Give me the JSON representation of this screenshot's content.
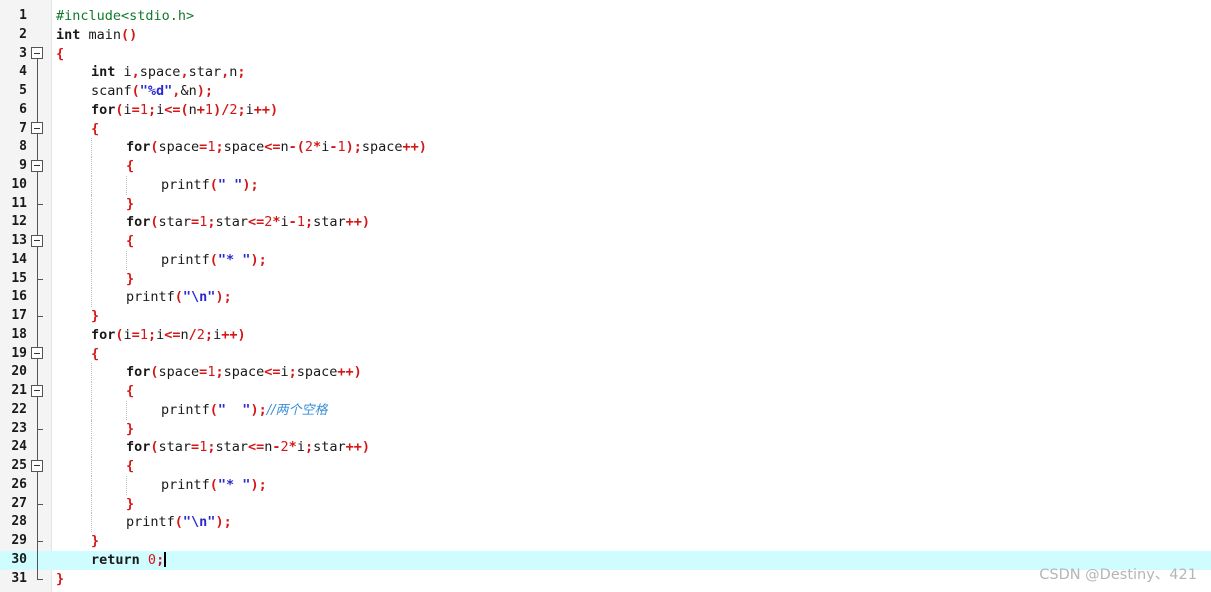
{
  "editor": {
    "lines": [
      {
        "n": "1",
        "indent": 0,
        "fold": "none",
        "tokens": [
          [
            "pre",
            "#include<stdio.h>"
          ]
        ]
      },
      {
        "n": "2",
        "indent": 0,
        "fold": "none",
        "tokens": [
          [
            "kw",
            "int"
          ],
          [
            "id",
            " main"
          ],
          [
            "op",
            "()"
          ]
        ]
      },
      {
        "n": "3",
        "indent": 0,
        "fold": "open",
        "tokens": [
          [
            "op",
            "{"
          ]
        ]
      },
      {
        "n": "4",
        "indent": 1,
        "fold": "line",
        "tokens": [
          [
            "kw",
            "int"
          ],
          [
            "id",
            " i"
          ],
          [
            "op",
            ","
          ],
          [
            "id",
            "space"
          ],
          [
            "op",
            ","
          ],
          [
            "id",
            "star"
          ],
          [
            "op",
            ","
          ],
          [
            "id",
            "n"
          ],
          [
            "op",
            ";"
          ]
        ]
      },
      {
        "n": "5",
        "indent": 1,
        "fold": "line",
        "tokens": [
          [
            "id",
            "scanf"
          ],
          [
            "op",
            "("
          ],
          [
            "str",
            "\"%d\""
          ],
          [
            "op",
            ","
          ],
          [
            "id",
            "&n"
          ],
          [
            "op",
            ");"
          ]
        ]
      },
      {
        "n": "6",
        "indent": 1,
        "fold": "line",
        "tokens": [
          [
            "kw",
            "for"
          ],
          [
            "op",
            "("
          ],
          [
            "id",
            "i"
          ],
          [
            "op",
            "="
          ],
          [
            "num",
            "1"
          ],
          [
            "op",
            ";"
          ],
          [
            "id",
            "i"
          ],
          [
            "op",
            "<="
          ],
          [
            "op",
            "("
          ],
          [
            "id",
            "n"
          ],
          [
            "op",
            "+"
          ],
          [
            "num",
            "1"
          ],
          [
            "op",
            ")"
          ],
          [
            "op",
            "/"
          ],
          [
            "num",
            "2"
          ],
          [
            "op",
            ";"
          ],
          [
            "id",
            "i"
          ],
          [
            "op",
            "++)"
          ]
        ]
      },
      {
        "n": "7",
        "indent": 1,
        "fold": "open",
        "tokens": [
          [
            "op",
            "{"
          ]
        ]
      },
      {
        "n": "8",
        "indent": 2,
        "fold": "line",
        "tokens": [
          [
            "kw",
            "for"
          ],
          [
            "op",
            "("
          ],
          [
            "id",
            "space"
          ],
          [
            "op",
            "="
          ],
          [
            "num",
            "1"
          ],
          [
            "op",
            ";"
          ],
          [
            "id",
            "space"
          ],
          [
            "op",
            "<="
          ],
          [
            "id",
            "n"
          ],
          [
            "op",
            "-("
          ],
          [
            "num",
            "2"
          ],
          [
            "op",
            "*"
          ],
          [
            "id",
            "i"
          ],
          [
            "op",
            "-"
          ],
          [
            "num",
            "1"
          ],
          [
            "op",
            ");"
          ],
          [
            "id",
            "space"
          ],
          [
            "op",
            "++)"
          ]
        ]
      },
      {
        "n": "9",
        "indent": 2,
        "fold": "open",
        "tokens": [
          [
            "op",
            "{"
          ]
        ]
      },
      {
        "n": "10",
        "indent": 3,
        "fold": "line",
        "tokens": [
          [
            "id",
            "printf"
          ],
          [
            "op",
            "("
          ],
          [
            "str",
            "\" \""
          ],
          [
            "op",
            ");"
          ]
        ]
      },
      {
        "n": "11",
        "indent": 2,
        "fold": "end",
        "tokens": [
          [
            "op",
            "}"
          ]
        ]
      },
      {
        "n": "12",
        "indent": 2,
        "fold": "line",
        "tokens": [
          [
            "kw",
            "for"
          ],
          [
            "op",
            "("
          ],
          [
            "id",
            "star"
          ],
          [
            "op",
            "="
          ],
          [
            "num",
            "1"
          ],
          [
            "op",
            ";"
          ],
          [
            "id",
            "star"
          ],
          [
            "op",
            "<="
          ],
          [
            "num",
            "2"
          ],
          [
            "op",
            "*"
          ],
          [
            "id",
            "i"
          ],
          [
            "op",
            "-"
          ],
          [
            "num",
            "1"
          ],
          [
            "op",
            ";"
          ],
          [
            "id",
            "star"
          ],
          [
            "op",
            "++)"
          ]
        ]
      },
      {
        "n": "13",
        "indent": 2,
        "fold": "open",
        "tokens": [
          [
            "op",
            "{"
          ]
        ]
      },
      {
        "n": "14",
        "indent": 3,
        "fold": "line",
        "tokens": [
          [
            "id",
            "printf"
          ],
          [
            "op",
            "("
          ],
          [
            "str",
            "\"* \""
          ],
          [
            "op",
            ");"
          ]
        ]
      },
      {
        "n": "15",
        "indent": 2,
        "fold": "end",
        "tokens": [
          [
            "op",
            "}"
          ]
        ]
      },
      {
        "n": "16",
        "indent": 2,
        "fold": "line",
        "tokens": [
          [
            "id",
            "printf"
          ],
          [
            "op",
            "("
          ],
          [
            "str",
            "\"\\n\""
          ],
          [
            "op",
            ");"
          ]
        ]
      },
      {
        "n": "17",
        "indent": 1,
        "fold": "end",
        "tokens": [
          [
            "op",
            "}"
          ]
        ]
      },
      {
        "n": "18",
        "indent": 1,
        "fold": "line",
        "tokens": [
          [
            "kw",
            "for"
          ],
          [
            "op",
            "("
          ],
          [
            "id",
            "i"
          ],
          [
            "op",
            "="
          ],
          [
            "num",
            "1"
          ],
          [
            "op",
            ";"
          ],
          [
            "id",
            "i"
          ],
          [
            "op",
            "<="
          ],
          [
            "id",
            "n"
          ],
          [
            "op",
            "/"
          ],
          [
            "num",
            "2"
          ],
          [
            "op",
            ";"
          ],
          [
            "id",
            "i"
          ],
          [
            "op",
            "++)"
          ]
        ]
      },
      {
        "n": "19",
        "indent": 1,
        "fold": "open",
        "tokens": [
          [
            "op",
            "{"
          ]
        ]
      },
      {
        "n": "20",
        "indent": 2,
        "fold": "line",
        "tokens": [
          [
            "kw",
            "for"
          ],
          [
            "op",
            "("
          ],
          [
            "id",
            "space"
          ],
          [
            "op",
            "="
          ],
          [
            "num",
            "1"
          ],
          [
            "op",
            ";"
          ],
          [
            "id",
            "space"
          ],
          [
            "op",
            "<="
          ],
          [
            "id",
            "i"
          ],
          [
            "op",
            ";"
          ],
          [
            "id",
            "space"
          ],
          [
            "op",
            "++)"
          ]
        ]
      },
      {
        "n": "21",
        "indent": 2,
        "fold": "open",
        "tokens": [
          [
            "op",
            "{"
          ]
        ]
      },
      {
        "n": "22",
        "indent": 3,
        "fold": "line",
        "tokens": [
          [
            "id",
            "printf"
          ],
          [
            "op",
            "("
          ],
          [
            "str",
            "\"  \""
          ],
          [
            "op",
            ");"
          ],
          [
            "comment",
            "//两个空格"
          ]
        ]
      },
      {
        "n": "23",
        "indent": 2,
        "fold": "end",
        "tokens": [
          [
            "op",
            "}"
          ]
        ]
      },
      {
        "n": "24",
        "indent": 2,
        "fold": "line",
        "tokens": [
          [
            "kw",
            "for"
          ],
          [
            "op",
            "("
          ],
          [
            "id",
            "star"
          ],
          [
            "op",
            "="
          ],
          [
            "num",
            "1"
          ],
          [
            "op",
            ";"
          ],
          [
            "id",
            "star"
          ],
          [
            "op",
            "<="
          ],
          [
            "id",
            "n"
          ],
          [
            "op",
            "-"
          ],
          [
            "num",
            "2"
          ],
          [
            "op",
            "*"
          ],
          [
            "id",
            "i"
          ],
          [
            "op",
            ";"
          ],
          [
            "id",
            "star"
          ],
          [
            "op",
            "++)"
          ]
        ]
      },
      {
        "n": "25",
        "indent": 2,
        "fold": "open",
        "tokens": [
          [
            "op",
            "{"
          ]
        ]
      },
      {
        "n": "26",
        "indent": 3,
        "fold": "line",
        "tokens": [
          [
            "id",
            "printf"
          ],
          [
            "op",
            "("
          ],
          [
            "str",
            "\"* \""
          ],
          [
            "op",
            ");"
          ]
        ]
      },
      {
        "n": "27",
        "indent": 2,
        "fold": "end",
        "tokens": [
          [
            "op",
            "}"
          ]
        ]
      },
      {
        "n": "28",
        "indent": 2,
        "fold": "line",
        "tokens": [
          [
            "id",
            "printf"
          ],
          [
            "op",
            "("
          ],
          [
            "str",
            "\"\\n\""
          ],
          [
            "op",
            ");"
          ]
        ]
      },
      {
        "n": "29",
        "indent": 1,
        "fold": "end",
        "tokens": [
          [
            "op",
            "}"
          ]
        ]
      },
      {
        "n": "30",
        "indent": 1,
        "fold": "line",
        "current": true,
        "tokens": [
          [
            "kw",
            "return"
          ],
          [
            "id",
            " "
          ],
          [
            "num",
            "0"
          ],
          [
            "op",
            ";"
          ]
        ]
      },
      {
        "n": "31",
        "indent": 0,
        "fold": "last",
        "tokens": [
          [
            "op",
            "}"
          ]
        ]
      }
    ]
  },
  "watermark": "CSDN @Destiny、421"
}
